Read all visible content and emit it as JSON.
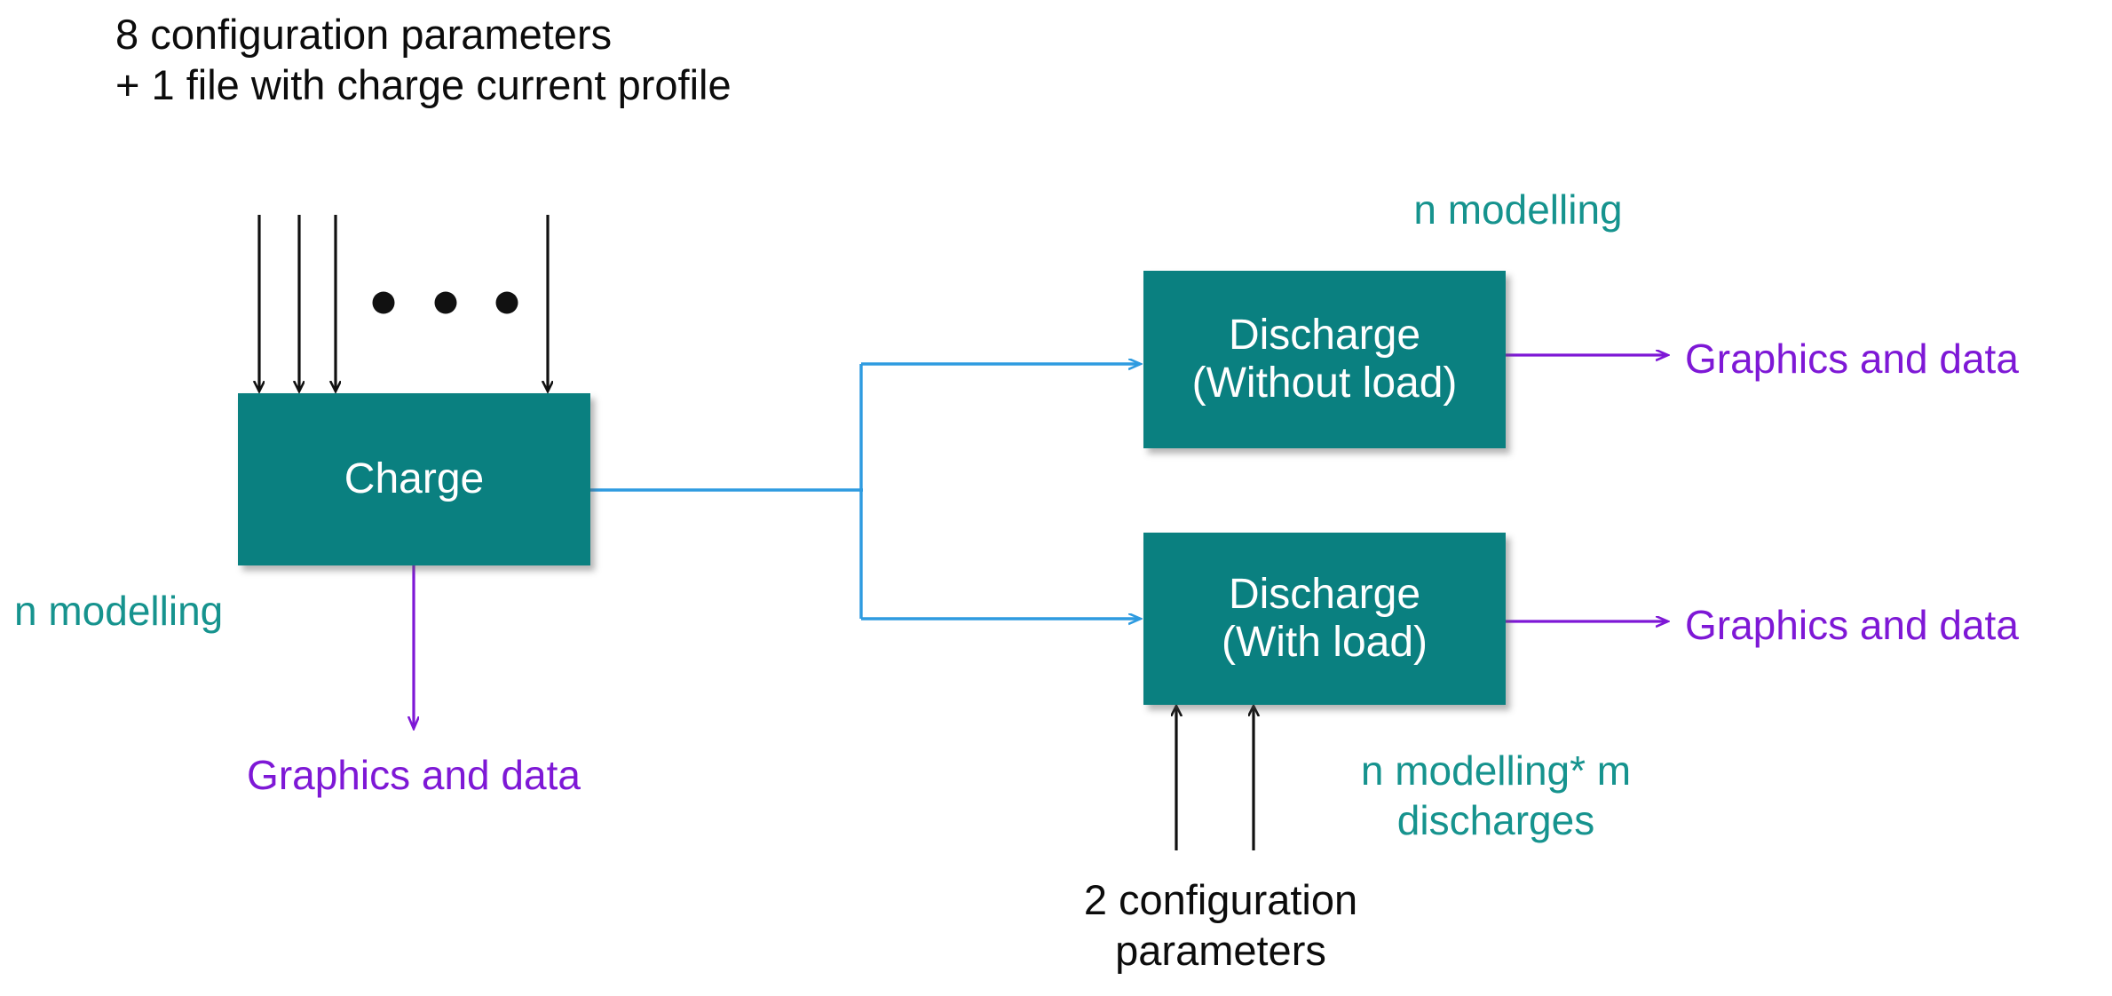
{
  "diagram": {
    "title_note": "Battery charge/discharge simulation flow diagram",
    "background_color": "#ffffff",
    "colors": {
      "node_fill": "#0A8080",
      "node_text": "#ffffff",
      "teal_text": "#16938E",
      "purple_text": "#7E18D6",
      "purple_arrow": "#7E18D6",
      "blue_arrow": "#2E9BE0",
      "black_arrow": "#111111"
    },
    "nodes": [
      {
        "id": "charge",
        "label": "Charge"
      },
      {
        "id": "discharge-without-load",
        "label": "Discharge\n(Without load)"
      },
      {
        "id": "discharge-with-load",
        "label": "Discharge\n(With load)"
      }
    ],
    "labels": {
      "inputs_top": "8 configuration parameters\n+ 1 file with charge current profile",
      "n_modelling_left": "n modelling",
      "n_modelling_top": "n modelling",
      "n_modelling_times_m": "n modelling* m\ndischarges",
      "graphics_charge": "Graphics and data",
      "graphics_discharge_without_load": "Graphics and data",
      "graphics_discharge_with_load": "Graphics and data",
      "inputs_bottom": "2 configuration\nparameters"
    },
    "ellipsis": {
      "name": "ellipsis-dots",
      "dot_count": 3
    },
    "edges": [
      {
        "id": "input-arrow-1",
        "from": "inputs_top",
        "to": "charge",
        "color": "#111111"
      },
      {
        "id": "input-arrow-2",
        "from": "inputs_top",
        "to": "charge",
        "color": "#111111"
      },
      {
        "id": "input-arrow-3",
        "from": "inputs_top",
        "to": "charge",
        "color": "#111111"
      },
      {
        "id": "input-arrow-4",
        "from": "inputs_top",
        "to": "charge",
        "color": "#111111"
      },
      {
        "id": "charge-to-graphics",
        "from": "charge",
        "to": "graphics_charge",
        "color": "#7E18D6"
      },
      {
        "id": "charge-to-discharge-without-load",
        "from": "charge",
        "to": "discharge-without-load",
        "color": "#2E9BE0"
      },
      {
        "id": "charge-to-discharge-with-load",
        "from": "charge",
        "to": "discharge-with-load",
        "color": "#2E9BE0"
      },
      {
        "id": "discharge-without-load-to-graphics",
        "from": "discharge-without-load",
        "to": "graphics_discharge_without_load",
        "color": "#7E18D6"
      },
      {
        "id": "discharge-with-load-to-graphics",
        "from": "discharge-with-load",
        "to": "graphics_discharge_with_load",
        "color": "#7E18D6"
      },
      {
        "id": "bottom-input-arrow-1",
        "from": "inputs_bottom",
        "to": "discharge-with-load",
        "color": "#111111"
      },
      {
        "id": "bottom-input-arrow-2",
        "from": "inputs_bottom",
        "to": "discharge-with-load",
        "color": "#111111"
      }
    ]
  }
}
